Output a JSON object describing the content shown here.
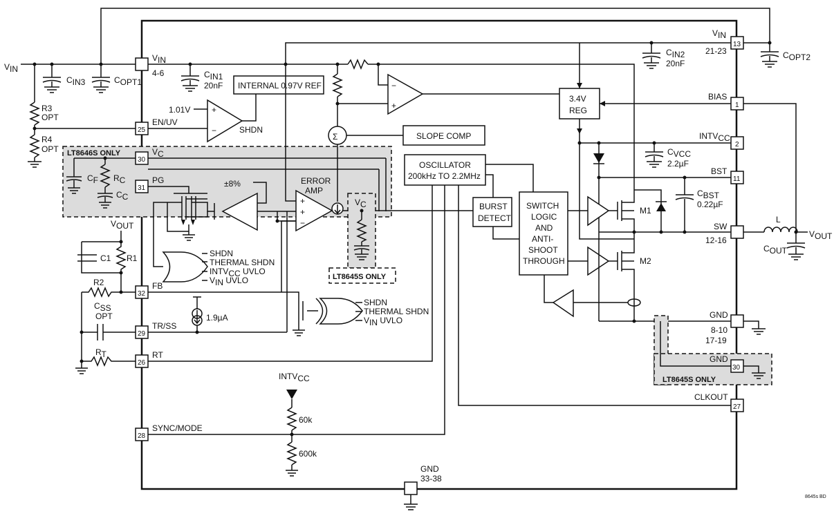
{
  "figure_id": "8645s BD",
  "ic": {
    "pins": [
      {
        "id": "vin-left",
        "label": "V",
        "sub": "IN",
        "number": "4-6"
      },
      {
        "id": "en-uv",
        "label": "EN/UV",
        "number": "25"
      },
      {
        "id": "vc",
        "label": "V",
        "sub": "C",
        "number": "30"
      },
      {
        "id": "pg",
        "label": "PG",
        "number": "31"
      },
      {
        "id": "fb",
        "label": "FB",
        "number": "32"
      },
      {
        "id": "tr-ss",
        "label": "TR/SS",
        "number": "29"
      },
      {
        "id": "rt",
        "label": "RT",
        "number": "26"
      },
      {
        "id": "sync",
        "label": "SYNC/MODE",
        "number": "28"
      },
      {
        "id": "gnd-bottom",
        "label": "GND",
        "number": "33-38"
      },
      {
        "id": "vin-right",
        "label": "V",
        "sub": "IN",
        "range": "21-23",
        "number": "13"
      },
      {
        "id": "bias",
        "label": "BIAS",
        "number": "1"
      },
      {
        "id": "intvcc",
        "label": "INTV",
        "sub": "CC",
        "number": "2"
      },
      {
        "id": "bst",
        "label": "BST",
        "number": "11"
      },
      {
        "id": "sw",
        "label": "SW",
        "range": "12-16"
      },
      {
        "id": "gnd-right",
        "label": "GND",
        "range1": "8-10",
        "range2": "17-19"
      },
      {
        "id": "gnd30",
        "label": "GND",
        "number": "30"
      },
      {
        "id": "clkout",
        "label": "CLKOUT",
        "number": "27"
      }
    ]
  },
  "blocks": {
    "internal_ref": "INTERNAL 0.97V REF",
    "slope_comp": "SLOPE COMP",
    "oscillator_1": "OSCILLATOR",
    "oscillator_2": "200kHz TO 2.2MHz",
    "burst_1": "BURST",
    "burst_2": "DETECT",
    "switch_logic": [
      "SWITCH",
      "LOGIC",
      "AND",
      "ANTI-",
      "SHOOT",
      "THROUGH"
    ],
    "reg_1": "3.4V",
    "reg_2": "REG",
    "error_amp_1": "ERROR",
    "error_amp_2": "AMP",
    "sigma": "Σ"
  },
  "labels": {
    "vin_ext": "V",
    "vin_ext_sub": "IN",
    "cin3": "C",
    "cin3_sub": "IN3",
    "copt1": "C",
    "copt1_sub": "OPT1",
    "cin1": "C",
    "cin1_sub": "IN1",
    "cin1_val": "20nF",
    "cin2": "C",
    "cin2_sub": "IN2",
    "cin2_val": "20nF",
    "copt2": "C",
    "copt2_sub": "OPT2",
    "r3": "R3",
    "r3_opt": "OPT",
    "r4": "R4",
    "r4_opt": "OPT",
    "ref_1v": "1.01V",
    "shdn": "SHDN",
    "lt8646s_only": "LT8646S ONLY",
    "lt8645s_only_1": "LT8645S ONLY",
    "lt8645s_only_2": "LT8645S ONLY",
    "cf": "C",
    "cf_sub": "F",
    "rc": "R",
    "rc_sub": "C",
    "cc": "C",
    "cc_sub": "C",
    "pct": "±8%",
    "vout_left": "V",
    "vout_left_sub": "OUT",
    "c1": "C1",
    "r1": "R1",
    "r2": "R2",
    "css": "C",
    "css_sub": "SS",
    "css_opt": "OPT",
    "rt_res": "R",
    "rt_res_sub": "T",
    "or1": [
      "SHDN",
      "THERMAL SHDN",
      "INTV",
      "CC",
      " UVLO",
      "V",
      "IN",
      " UVLO"
    ],
    "or2": [
      "SHDN",
      "THERMAL SHDN",
      "V",
      "IN",
      " UVLO"
    ],
    "current_src": "1.9µA",
    "vc_inner": "V",
    "vc_inner_sub": "C",
    "intvcc_bottom": "INTV",
    "intvcc_bottom_sub": "CC",
    "r60k": "60k",
    "r600k": "600k",
    "cvcc": "C",
    "cvcc_sub": "VCC",
    "cvcc_val": "2.2µF",
    "cbst": "C",
    "cbst_sub": "BST",
    "cbst_val": "0.22µF",
    "m1": "M1",
    "m2": "M2",
    "l": "L",
    "vout_right": "V",
    "vout_right_sub": "OUT",
    "cout": "C",
    "cout_sub": "OUT"
  }
}
